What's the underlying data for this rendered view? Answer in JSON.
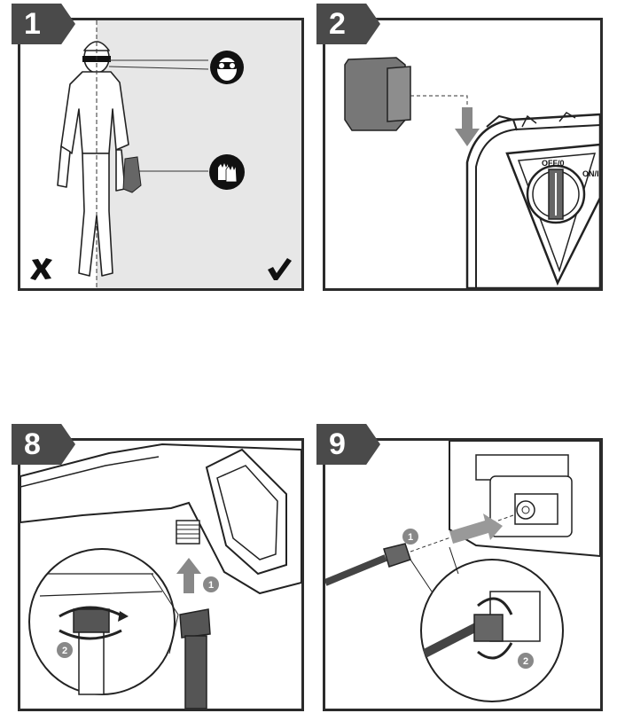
{
  "steps": [
    {
      "number": "1"
    },
    {
      "number": "2",
      "switch_off_label": "OFF/0",
      "switch_on_label": "ON/I"
    },
    {
      "number": "8",
      "callout_1": "1",
      "callout_2": "2"
    },
    {
      "number": "9",
      "callout_1": "1",
      "callout_2": "2"
    }
  ],
  "icons": {
    "wrong_mark": "x-mark-icon",
    "right_mark": "check-mark-icon",
    "safety_glasses": "safety-goggles-icon",
    "gloves": "gloves-icon"
  },
  "colors": {
    "badge": "#4a4a4a",
    "frame": "#2b2b2b",
    "panel_grey": "#e7e7e7"
  }
}
